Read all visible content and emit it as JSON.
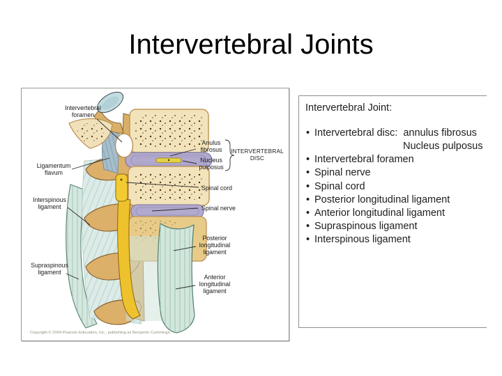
{
  "title": "Intervertebral Joints",
  "panel": {
    "heading": "Intervertebral Joint:",
    "bullet": "•",
    "disc_line1": "Intervertebral disc:  annulus fibrosus",
    "disc_line2": "Nucleus pulposus",
    "items": [
      "Intervertebral foramen",
      "Spinal nerve",
      "Spinal cord",
      "Posterior longitudinal ligament",
      "Anterior longitudinal ligament",
      "Supraspinous ligament",
      "Interspinous ligament"
    ]
  },
  "figure": {
    "labels": {
      "intervertebral_foramen": [
        "Intervertebral",
        "foramen"
      ],
      "ligamentum_flavum": [
        "Ligamentum",
        "flavum"
      ],
      "interspinous_ligament": [
        "Interspinous",
        "ligament"
      ],
      "supraspinous_ligament": [
        "Supraspinous",
        "ligament"
      ],
      "anulus_fibrosus": [
        "Anulus",
        "fibrosus"
      ],
      "nucleus_pulposus": [
        "Nucleus",
        "pulposus"
      ],
      "intervertebral_disc": [
        "INTERVERTEBRAL",
        "DISC"
      ],
      "spinal_cord": "Spinal cord",
      "spinal_nerve": "Spinal nerve",
      "posterior_longitudinal_ligament": [
        "Posterior",
        "longitudinal",
        "ligament"
      ],
      "anterior_longitudinal_ligament": [
        "Anterior",
        "longitudinal",
        "ligament"
      ]
    },
    "copyright": "Copyright © 2004 Pearson Education, Inc., publishing as Benjamin Cummings.",
    "colors": {
      "bone_light": "#f3e3bb",
      "bone_tan": "#dcb069",
      "disc_lavender": "#b2aace",
      "nucleus_yellow": "#e5d243",
      "cord_yellow": "#f2ca33",
      "ligament_green": "#d5e7df",
      "flavum_blue": "#a6becb"
    }
  }
}
